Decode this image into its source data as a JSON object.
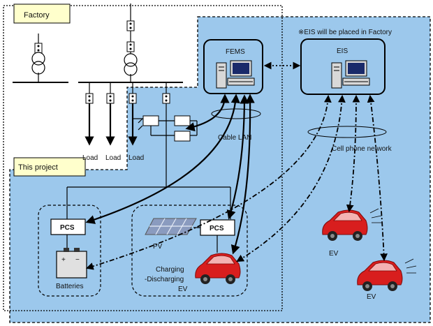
{
  "labels": {
    "factory": "Factory",
    "this_project": "This project",
    "fems": "FEMS",
    "eis": "EIS",
    "eis_note": "※EIS will be placed in Factory",
    "cable_lan": "Cable LAN",
    "cell_network": "Cell phone network",
    "load": "Load",
    "pcs": "PCS",
    "pv": "PV",
    "batteries": "Batteries",
    "charging_line1": "Charging",
    "charging_line2": "-Discharging",
    "charging_line3": "EV",
    "ev": "EV"
  },
  "colors": {
    "project_area": "#9cc8ec",
    "tag_fill": "#ffffcc",
    "car_body": "#d81e1e",
    "car_window": "#f4b2b2",
    "battery": "#e0e0e0",
    "pv_panel": "#8a9bbf"
  },
  "icons": {
    "computer": "computer-icon",
    "transformer": "transformer-icon",
    "breaker": "breaker-icon",
    "car": "car-icon",
    "battery": "battery-icon",
    "solar_panel": "solar-panel-icon"
  }
}
